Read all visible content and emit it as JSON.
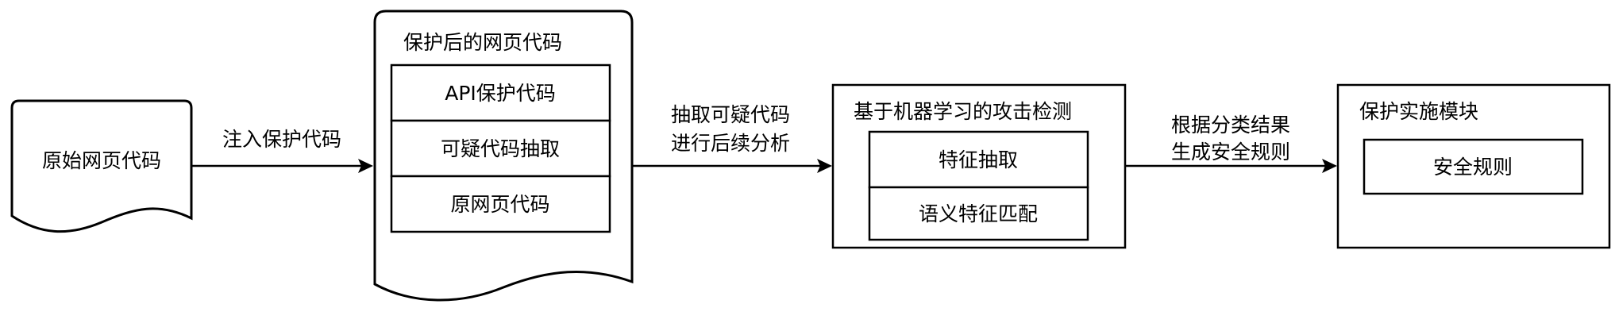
{
  "original_doc": {
    "label": "原始网页代码"
  },
  "edge_inject": {
    "label": "注入保护代码"
  },
  "protected_doc": {
    "title": "保护后的网页代码",
    "rows": [
      "API保护代码",
      "可疑代码抽取",
      "原网页代码"
    ]
  },
  "edge_extract": {
    "line1": "抽取可疑代码",
    "line2": "进行后续分析"
  },
  "ml_detect": {
    "title": "基于机器学习的攻击检测",
    "rows": [
      "特征抽取",
      "语义特征匹配"
    ]
  },
  "edge_rules": {
    "line1": "根据分类结果",
    "line2": "生成安全规则"
  },
  "protect_module": {
    "title": "保护实施模块",
    "rows": [
      "安全规则"
    ]
  }
}
